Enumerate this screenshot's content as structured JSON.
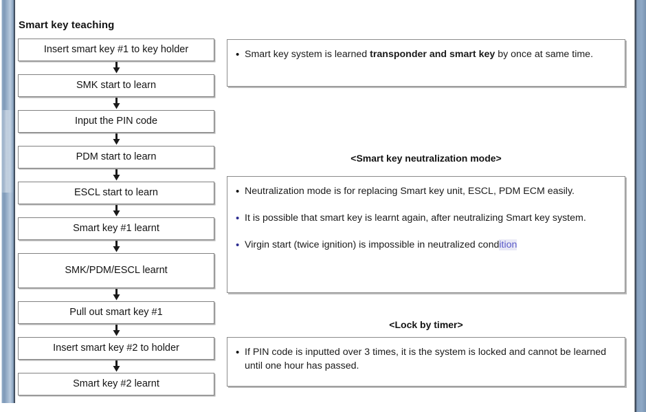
{
  "page": {
    "title": "Smart key teaching"
  },
  "flowchart": {
    "steps": [
      {
        "label": "Insert smart key #1 to key holder",
        "lines": 1
      },
      {
        "label": "SMK start to learn",
        "lines": 1
      },
      {
        "label": "Input the PIN code",
        "lines": 1
      },
      {
        "label": "PDM start to learn",
        "lines": 1
      },
      {
        "label": "ESCL start to learn",
        "lines": 1
      },
      {
        "label": "Smart key #1 learnt",
        "lines": 1
      },
      {
        "label": "SMK/PDM/ESCL learnt",
        "lines": 2
      },
      {
        "label": "Pull out smart key #1",
        "lines": 1
      },
      {
        "label": "Insert smart key #2 to holder",
        "lines": 1
      },
      {
        "label": "Smart key #2 learnt",
        "lines": 1
      }
    ],
    "arrow_icon": "down-arrow-icon"
  },
  "panels": {
    "intro": {
      "bullet_marker": "•",
      "text_before": "Smart key system is learned ",
      "text_bold": "transponder and smart key",
      "text_after": " by once at same  time."
    },
    "neutralization": {
      "heading": "<Smart key neutralization mode>",
      "bullets": [
        {
          "marker": "•",
          "marker_color": "#111111",
          "text": "Neutralization mode is for replacing Smart key unit, ESCL, PDM ECM easily."
        },
        {
          "marker": "•",
          "marker_color": "#2b2b8f",
          "text": "It is possible that smart key is learnt again, after neutralizing Smart key system."
        },
        {
          "marker": "•",
          "marker_color": "#2b2b8f",
          "text_plain": "Virgin start (twice ignition) is impossible in neutralized cond",
          "text_tinted": "ition",
          "tint_color": "#5b5bc8"
        }
      ]
    },
    "lock_by_timer": {
      "heading": "<Lock by timer>",
      "bullet_marker": "•",
      "text": "If PIN code is inputted over 3 times, it is the system is locked and cannot be learned until one hour has passed."
    }
  },
  "colors": {
    "edge_bar_blue": "#8fa9c4",
    "edge_bar_dark": "#2c3542",
    "box_border": "#808080",
    "navy_bullet": "#2b2b8f",
    "tint_blue": "#5b5bc8"
  }
}
